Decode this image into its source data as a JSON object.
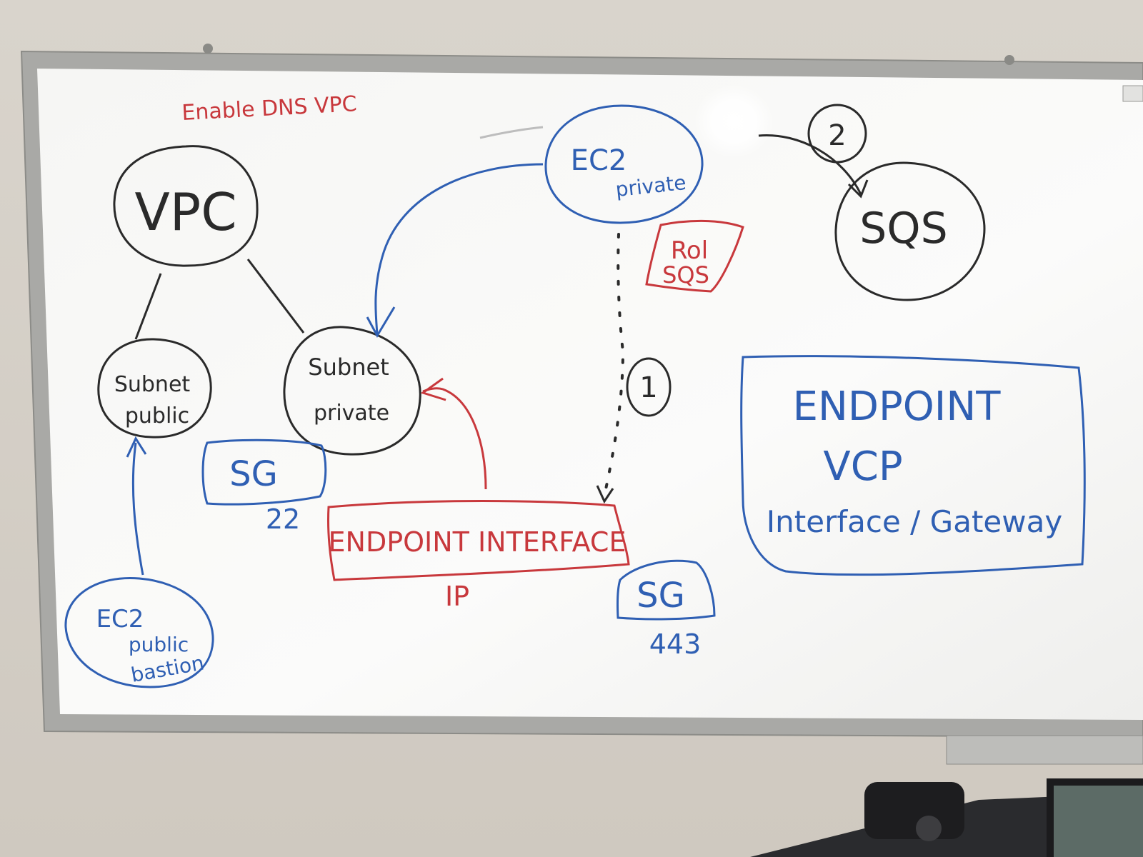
{
  "whiteboard": {
    "header_note": "Enable DNS VPC",
    "nodes": {
      "vpc": "VPC",
      "subnet_public": [
        "Subnet",
        "public"
      ],
      "subnet_private": [
        "Subnet",
        "private"
      ],
      "ec2_private": [
        "EC2",
        "private"
      ],
      "sqs": "SQS",
      "ec2_public": [
        "EC2",
        "public",
        "bastion"
      ]
    },
    "rol_box": [
      "Rol",
      "SQS"
    ],
    "sg_left": {
      "label": "SG",
      "port": "22"
    },
    "endpoint_interface": {
      "label": "ENDPOINT INTERFACE",
      "sub": "IP"
    },
    "sg_right": {
      "label": "SG",
      "port": "443"
    },
    "steps": {
      "one": "1",
      "two": "2"
    },
    "endpoint_box": {
      "line1": "ENDPOINT",
      "line2": "VCP",
      "line3": "Interface / Gateway"
    }
  },
  "colors": {
    "black_marker": "#2a2a2a",
    "blue_marker": "#2f5fb3",
    "red_marker": "#c8383c",
    "board": "#fbfbfb",
    "frame": "#a9a9a6",
    "wall": "#d6d1c8"
  }
}
